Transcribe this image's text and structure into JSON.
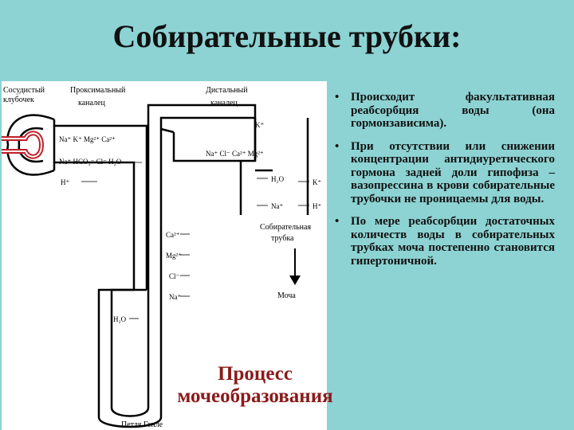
{
  "title": "Собирательные трубки:",
  "diagram": {
    "labels": {
      "glomerulus": [
        "Сосудистый",
        "клубочек"
      ],
      "proximal": [
        "Проксимальный",
        "каналец"
      ],
      "distal": [
        "Дистальный",
        "каналец"
      ],
      "collecting": [
        "Собирательная",
        "трубка"
      ],
      "loop": "Петля Генле",
      "urine": "Моча"
    },
    "ions": {
      "prox_row1": "Na⁺ K⁺ Mg²⁺ Ca²⁺",
      "prox_row2": "Na⁺ HCO₃⁻ Cl⁻ H₂O",
      "prox_h": "H⁺",
      "distal_k": "K⁺",
      "distal_row": "Na⁺ Cl⁻ Ca²⁺ Mg²⁺",
      "distal_h2o": "H₂O",
      "distal_na": "Na⁺",
      "collect_k": "K⁺",
      "collect_h": "H⁺",
      "loop_ca": "Ca²⁺",
      "loop_mg": "Mg²⁺",
      "loop_cl": "Cl⁻",
      "loop_na": "Na⁺",
      "loop_h2o": "H₂O"
    },
    "process_label": [
      "Процесс",
      "мочеобразования"
    ]
  },
  "bullets": [
    "Происходит факультативная реабсорбция воды (она гормонзависима).",
    "При отсутствии или снижении концентрации антидиуретического гормона задней доли гипофиза – вазопрессина в крови собирательные трубочки не проницаемы для воды.",
    "По мере реабсорбции достаточных количеств воды в собирательных трубках моча постепенно становится гипертоничной."
  ],
  "bullet_marker": "•"
}
